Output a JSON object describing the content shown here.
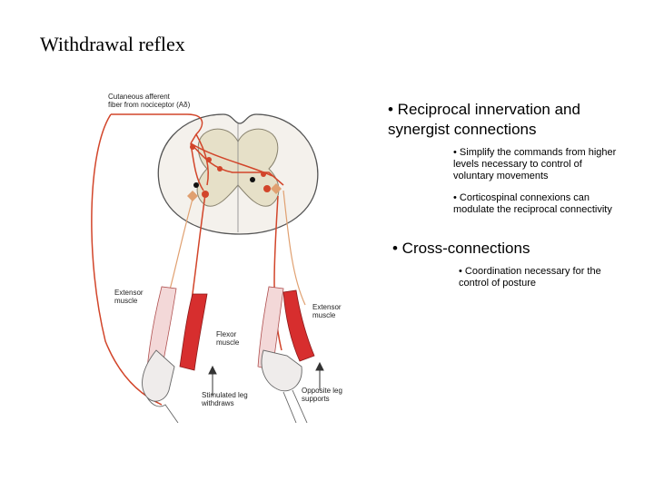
{
  "title": "Withdrawal reflex",
  "figure": {
    "labels": {
      "afferent": "Cutaneous afferent\nfiber from nociceptor (Aδ)",
      "extensor_left": "Extensor\nmuscle",
      "extensor_right": "Extensor\nmuscle",
      "flexor": "Flexor\nmuscle",
      "stimulated_leg": "Stimulated leg\nwithdraws",
      "opposite_leg": "Opposite leg\nsupports"
    }
  },
  "bullets": [
    {
      "text": "• Reciprocal innervation and synergist connections",
      "sub": [
        "• Simplify the commands from higher levels necessary to control of voluntary movements",
        "• Corticospinal connexions can modulate the reciprocal connectivity"
      ]
    },
    {
      "text": "• Cross-connections",
      "sub": [
        "• Coordination necessary for the control of posture"
      ]
    }
  ]
}
